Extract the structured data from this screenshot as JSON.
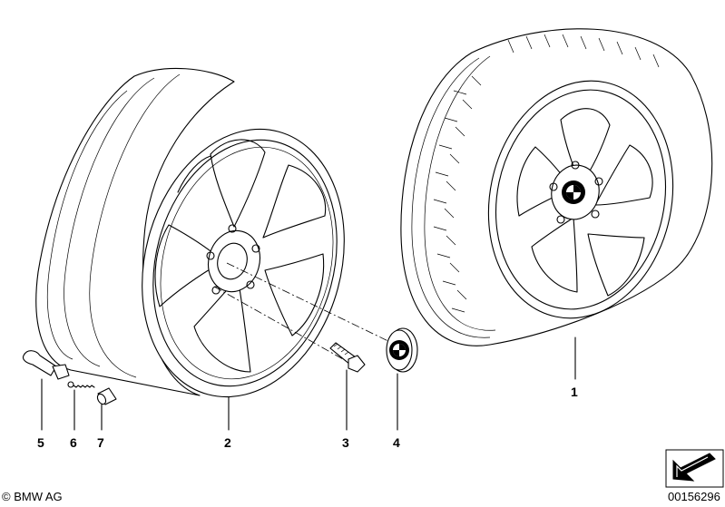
{
  "callouts": [
    {
      "id": "c1",
      "text": "1"
    },
    {
      "id": "c2",
      "text": "2"
    },
    {
      "id": "c3",
      "text": "3"
    },
    {
      "id": "c4",
      "text": "4"
    },
    {
      "id": "c5",
      "text": "5"
    },
    {
      "id": "c6",
      "text": "6"
    },
    {
      "id": "c7",
      "text": "7"
    }
  ],
  "footer": {
    "copyright": "© BMW AG",
    "diagram_number": "00156296"
  },
  "icons": [
    "navigation-arrow-icon",
    "bmw-roundel-icon"
  ]
}
